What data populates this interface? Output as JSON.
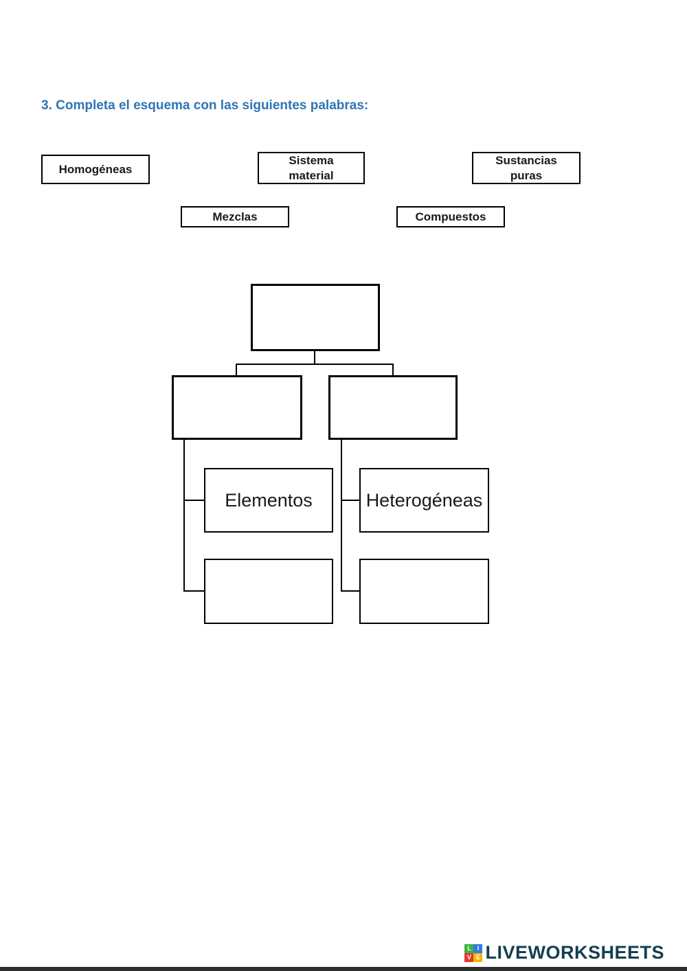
{
  "title": "3. Completa el esquema con las siguientes palabras:",
  "word_bank": {
    "homogeneas": "Homogéneas",
    "sistema_material": "Sistema\nmaterial",
    "sustancias_puras": "Sustancias\npuras",
    "mezclas": "Mezclas",
    "compuestos": "Compuestos"
  },
  "diagram": {
    "elementos": "Elementos",
    "heterogeneas": "Heterogéneas"
  },
  "footer": {
    "brand": "LIVEWORKSHEETS",
    "logo_squares": [
      {
        "letter": "L",
        "color": "#3cb44a"
      },
      {
        "letter": "I",
        "color": "#2f7de1"
      },
      {
        "letter": "V",
        "color": "#e03c31"
      },
      {
        "letter": "E",
        "color": "#f5b400"
      }
    ]
  },
  "colors": {
    "title_blue": "#2e74b5",
    "brand_dark": "#14404f",
    "box_border": "#000000"
  }
}
